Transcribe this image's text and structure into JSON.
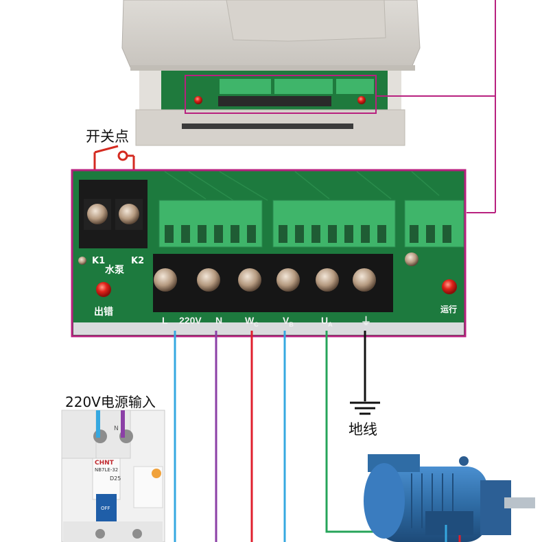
{
  "labels": {
    "switch_point": "开关点",
    "power_input": "220V电源输入",
    "ground": "地线"
  },
  "board": {
    "k1": "K1",
    "k2": "K2",
    "pump": "水泵",
    "error_led": "出错",
    "run_led": "运行",
    "terminals": {
      "L": "L",
      "voltage": "220V",
      "N": "N",
      "Wc_main": "W",
      "Wc_sub": "C",
      "Vb_main": "V",
      "Vb_sub": "B",
      "Ua_main": "U",
      "Ua_sub": "A",
      "ground_symbol": "⏚"
    }
  },
  "breaker": {
    "brand": "CHNT",
    "model": "NB7LE-32",
    "rating": "D25",
    "n_mark": "N",
    "off_label": "OFF"
  },
  "colors": {
    "frame": "#b8207f",
    "wire_light_blue": "#35a8e0",
    "wire_purple": "#8b3fa6",
    "wire_red": "#e01f2d",
    "wire_green": "#26a45a",
    "wire_black": "#111111",
    "board_green": "#1d7a3e",
    "terminal_green": "#3fb56a",
    "motor_blue": "#2f6ca5"
  }
}
